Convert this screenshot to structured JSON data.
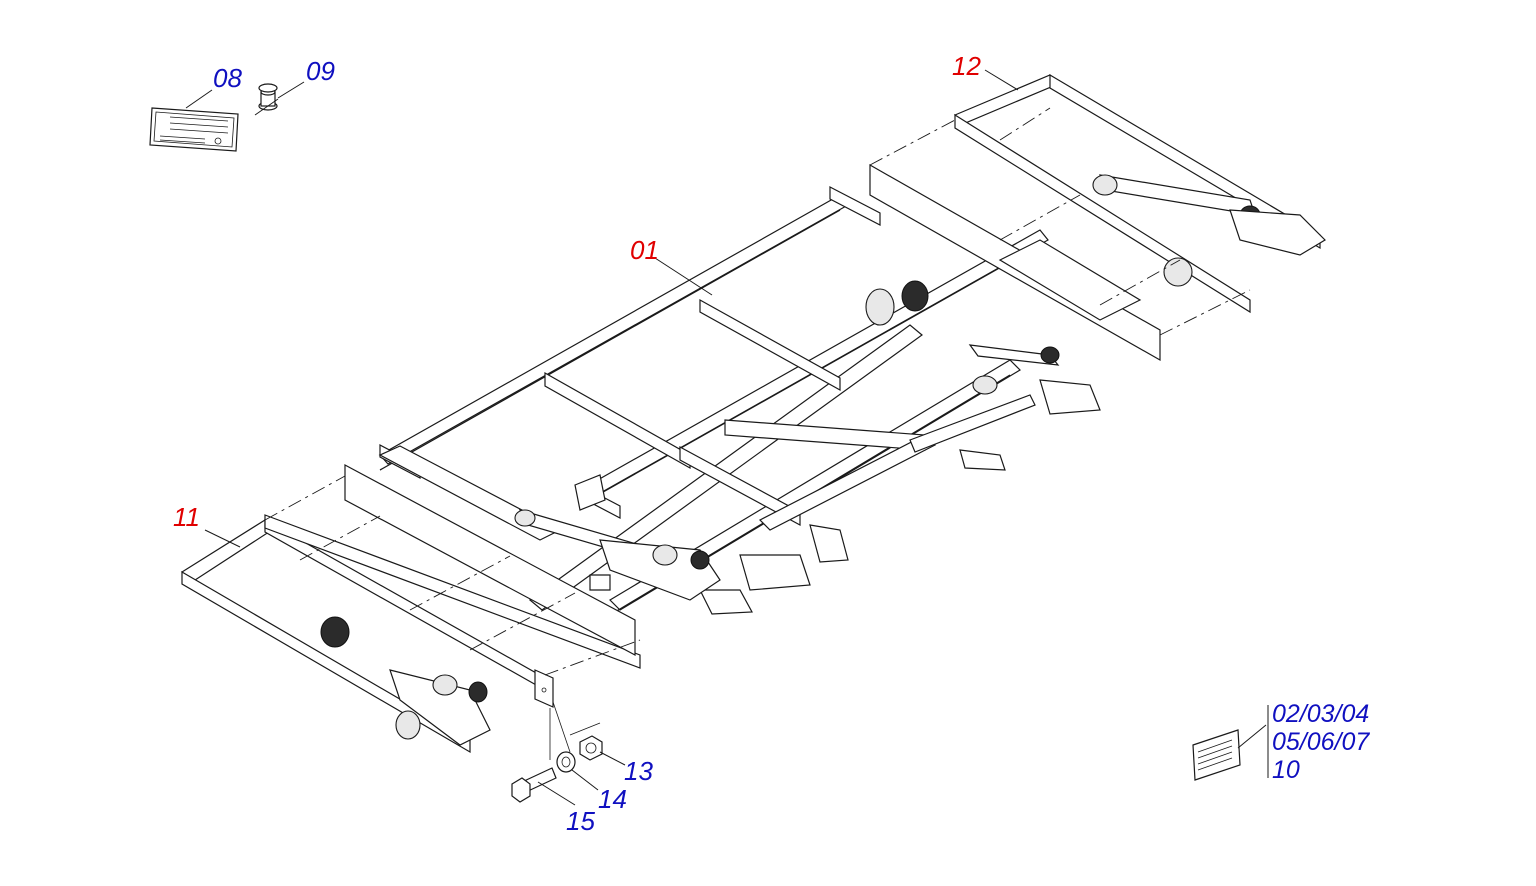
{
  "colors": {
    "assembly_callout": "#e00000",
    "part_callout": "#1010c0",
    "line": "#1a1a1a"
  },
  "callouts": {
    "c01": "01",
    "c08": "08",
    "c09": "09",
    "c11": "11",
    "c12": "12",
    "c13": "13",
    "c14": "14",
    "c15": "15"
  },
  "decal_group": {
    "line1": "02/03/04",
    "line2": "05/06/07",
    "line3": "10"
  }
}
